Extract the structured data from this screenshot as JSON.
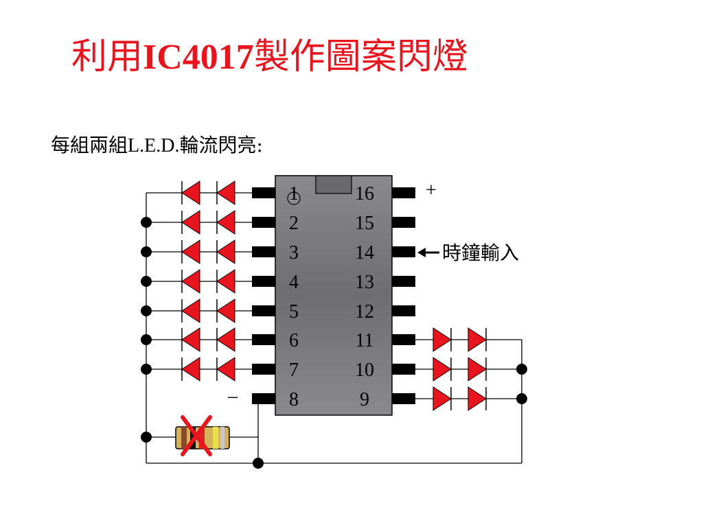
{
  "title": {
    "prefix": "利用",
    "latin": "IC4017",
    "suffix": "製作圖案閃燈"
  },
  "subtitle": {
    "prefix": "每組兩組",
    "latin": "L.E.D.",
    "suffix": "輪流閃亮:"
  },
  "chip": {
    "left_pins": [
      "1",
      "2",
      "3",
      "4",
      "5",
      "6",
      "7",
      "8"
    ],
    "right_pins": [
      "16",
      "15",
      "14",
      "13",
      "12",
      "11",
      "10",
      "9"
    ]
  },
  "labels": {
    "plus": "+",
    "minus": "–",
    "clock_input": "時鐘輸入"
  },
  "colors": {
    "title": "#e8141e",
    "led": "#e8141e",
    "chip_body": "#6b6b6e",
    "pin": "#000000",
    "cross": "#e8141e"
  }
}
